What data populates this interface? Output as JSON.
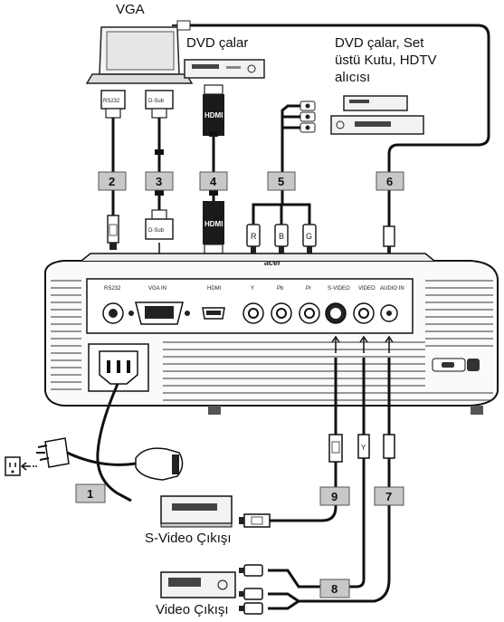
{
  "labels": {
    "vga": "VGA",
    "dvd": "DVD çalar",
    "sources_line1": "DVD çalar, Set",
    "sources_line2": "üstü Kutu, HDTV",
    "sources_line3": "alıcısı",
    "svideo_out": "S-Video Çıkışı",
    "video_out": "Video Çıkışı"
  },
  "plugs": {
    "rs232": "RS232",
    "dsub_top": "D-Sub",
    "dsub_bottom": "D-Sub",
    "hdmi_top": "HDMI",
    "hdmi_bottom": "HDMI",
    "r": "R",
    "b": "B",
    "g": "G",
    "y": "Y"
  },
  "ports": {
    "rs232": "RS232",
    "vga_in": "VGA IN",
    "hdmi": "HDMI",
    "y": "Y",
    "pb": "Pb",
    "pr": "Pr",
    "svideo": "S-VIDEO",
    "video": "VIDEO",
    "audio_in": "AUDIO IN"
  },
  "brand": "acer",
  "cables": [
    "1",
    "2",
    "3",
    "4",
    "5",
    "6",
    "7",
    "8",
    "9"
  ]
}
